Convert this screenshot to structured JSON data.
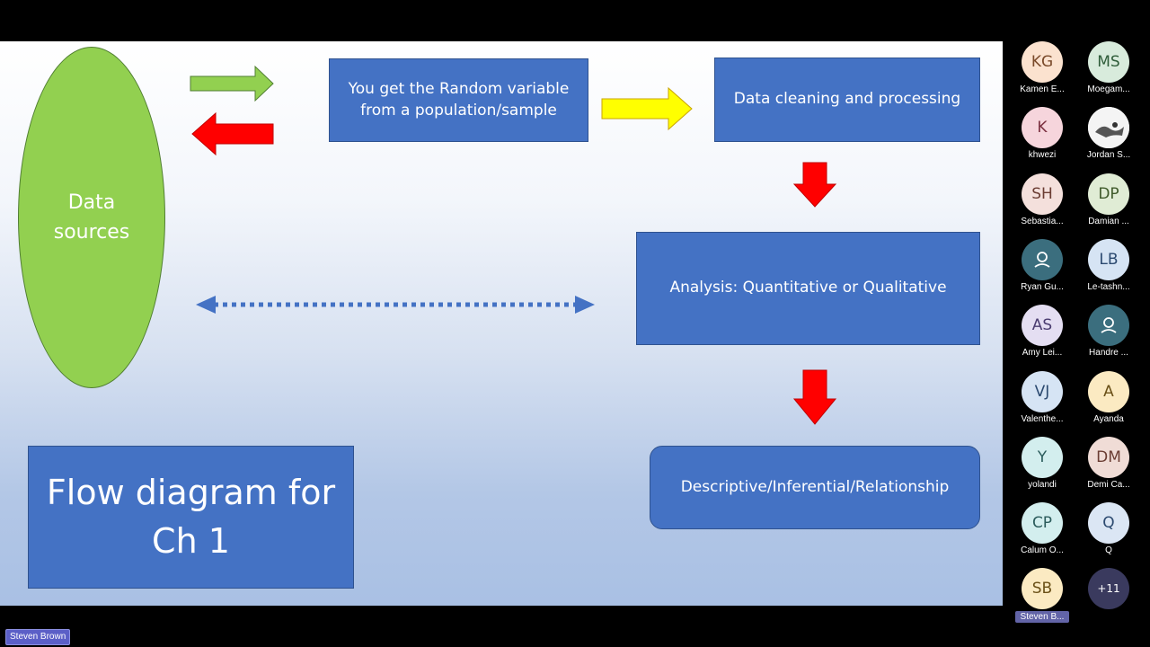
{
  "slide": {
    "data_sources": "Data\nsources",
    "random_variable": "You get the Random variable\nfrom a population/sample",
    "cleaning": "Data cleaning and processing",
    "analysis": "Analysis: Quantitative or Qualitative",
    "descriptive": "Descriptive/Inferential/Relationship",
    "title": "Flow diagram for\nCh 1"
  },
  "colors": {
    "box_fill": "#4472c4",
    "ellipse_fill": "#92d050",
    "arrow_green": "#92d050",
    "arrow_red": "#ff0000",
    "arrow_yellow": "#ffff00",
    "arrow_dotted": "#4472c4"
  },
  "participants": [
    {
      "initials": "KG",
      "name": "Kamen E...",
      "bg": "#fbe2cf",
      "fg": "#7a4a2a"
    },
    {
      "initials": "MS",
      "name": "Moegam...",
      "bg": "#d8ebdc",
      "fg": "#2f5d3a"
    },
    {
      "initials": "K",
      "name": "khwezi",
      "bg": "#f6d5dc",
      "fg": "#7a2f3f"
    },
    {
      "initials": "",
      "name": "Jordan S...",
      "bg": "#f2f2f2",
      "fg": "#333333",
      "photo": true
    },
    {
      "initials": "SH",
      "name": "Sebastia...",
      "bg": "#f4e0dc",
      "fg": "#6b3d33"
    },
    {
      "initials": "DP",
      "name": "Damian ...",
      "bg": "#e0ecd5",
      "fg": "#3f5a2b"
    },
    {
      "initials": "",
      "name": "Ryan Gu...",
      "bg": "#3b6e7e",
      "fg": "#ffffff",
      "icon": "person-icon"
    },
    {
      "initials": "LB",
      "name": "Le-tashn...",
      "bg": "#d6e4f4",
      "fg": "#2c4a70"
    },
    {
      "initials": "AS",
      "name": "Amy Lei...",
      "bg": "#e4def2",
      "fg": "#4a3c70"
    },
    {
      "initials": "",
      "name": "Handre ...",
      "bg": "#3b6e7e",
      "fg": "#ffffff",
      "icon": "person-icon"
    },
    {
      "initials": "VJ",
      "name": "Valenthe...",
      "bg": "#d6e4f4",
      "fg": "#2c4a70"
    },
    {
      "initials": "A",
      "name": "Ayanda",
      "bg": "#fbeac2",
      "fg": "#6a5017"
    },
    {
      "initials": "Y",
      "name": "yolandi",
      "bg": "#d3eeee",
      "fg": "#2c5c5c"
    },
    {
      "initials": "DM",
      "name": "Demi Ca...",
      "bg": "#f0dcd6",
      "fg": "#6b3d33"
    },
    {
      "initials": "CP",
      "name": "Calum O...",
      "bg": "#d3eeee",
      "fg": "#2c5c5c"
    },
    {
      "initials": "Q",
      "name": "Q",
      "bg": "#dbe6f4",
      "fg": "#2c4a70"
    },
    {
      "initials": "SB",
      "name": "Steven B...",
      "bg": "#fbeac2",
      "fg": "#6a5017",
      "highlight": true
    },
    {
      "initials": "+11",
      "name": "",
      "bg": "#3a3a5e",
      "fg": "#ffffff",
      "more": true
    }
  ],
  "presenter": "Steven Brown"
}
